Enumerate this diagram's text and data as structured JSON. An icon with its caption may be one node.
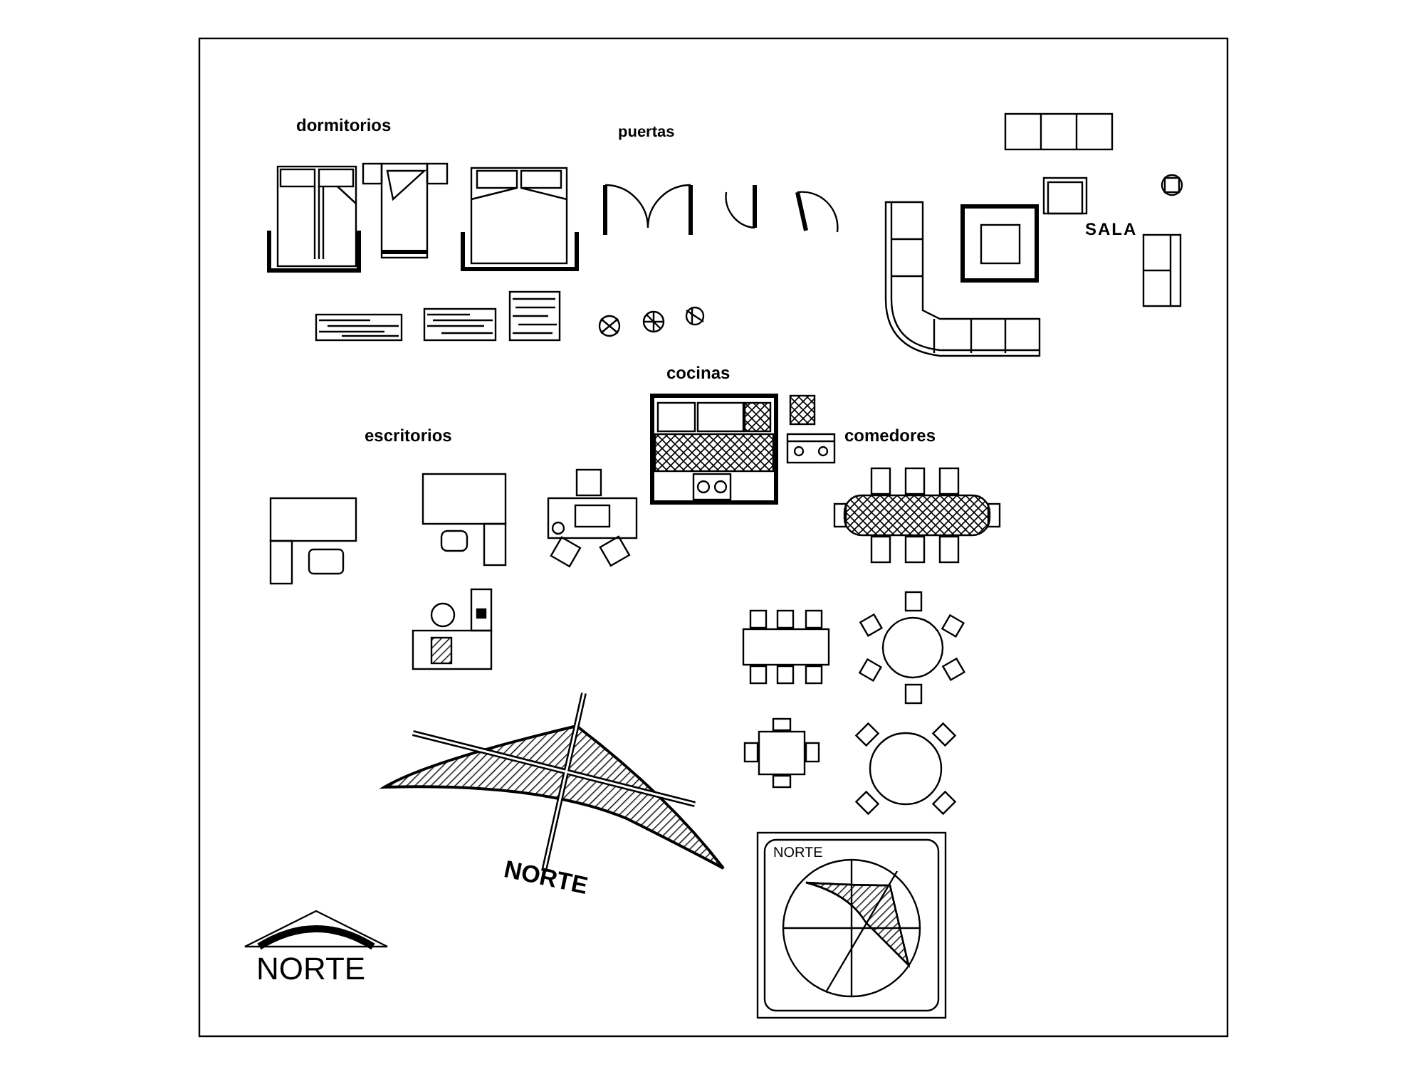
{
  "diagram": {
    "labels": [
      "dormitorios",
      "puertas",
      "SALA",
      "cocinas",
      "escritorios",
      "comedores",
      "NORTE",
      "NORTE",
      "NORTE"
    ]
  }
}
